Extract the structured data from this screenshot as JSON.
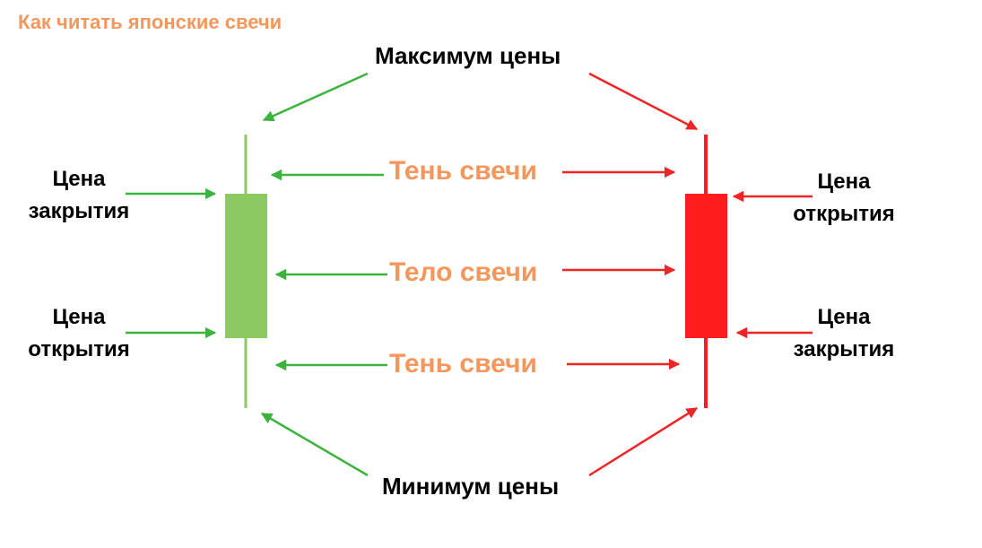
{
  "title": "Как читать японские свечи",
  "labels": {
    "max_price": "Максимум цены",
    "min_price": "Минимум цены",
    "shadow_top": "Тень свечи",
    "body": "Тело свечи",
    "shadow_bottom": "Тень свечи",
    "bull_close": [
      "Цена",
      "закрытия"
    ],
    "bull_open": [
      "Цена",
      "открытия"
    ],
    "bear_open": [
      "Цена",
      "открытия"
    ],
    "bear_close": [
      "Цена",
      "закрытия"
    ]
  },
  "colors": {
    "bullish": "#8cc963",
    "bullish_arrow": "#3bb33d",
    "bearish": "#ff1c1c",
    "bearish_arrow": "#ef2424",
    "accent": "#f4975c",
    "text": "#000000"
  }
}
